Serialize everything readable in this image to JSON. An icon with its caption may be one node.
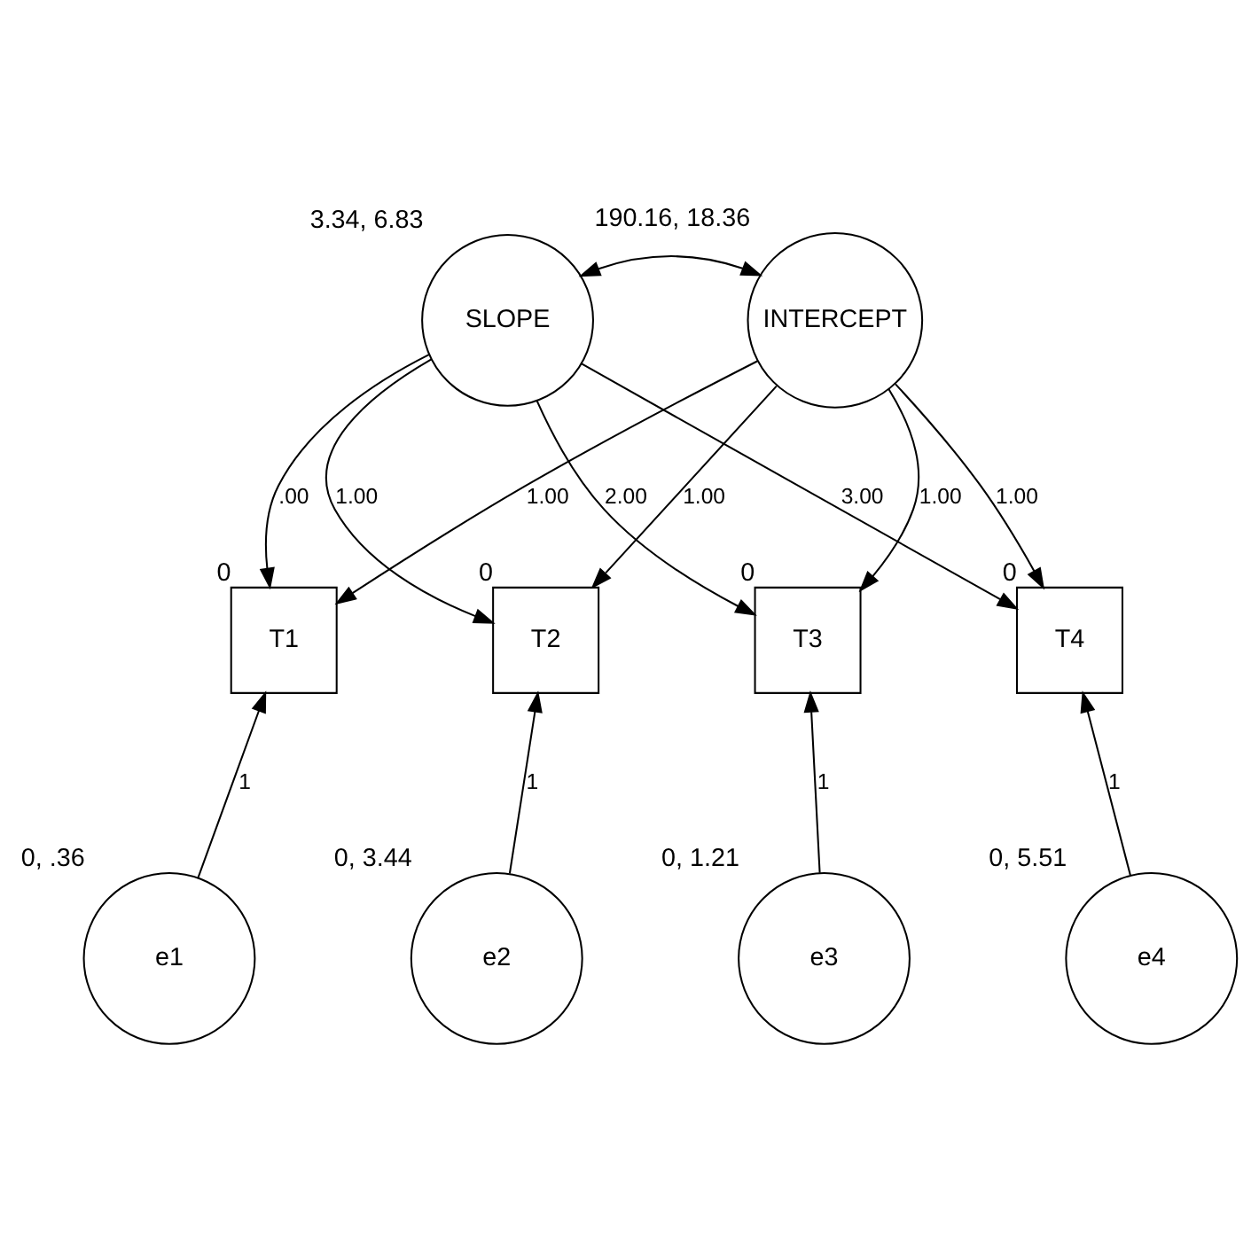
{
  "diagram": {
    "nodes": [
      {
        "text": [
          "SLOPE"
        ],
        "beside": [
          "3.34, 6.83"
        ]
      },
      {
        "text": [
          "INTERCEPT"
        ],
        "beside": [
          "190.16, 18.36"
        ]
      },
      {
        "text": [
          "T1"
        ],
        "beside": [
          "0"
        ]
      },
      {
        "text": [
          "T2"
        ],
        "beside": [
          "0"
        ]
      },
      {
        "text": [
          "T3"
        ],
        "beside": [
          "0"
        ]
      },
      {
        "text": [
          "T4"
        ],
        "beside": [
          "0"
        ]
      },
      {
        "text": [
          "e1"
        ],
        "beside": [
          "0, .36"
        ]
      },
      {
        "text": [
          "e2"
        ],
        "beside": [
          "0, 3.44"
        ]
      },
      {
        "text": [
          "e3"
        ],
        "beside": [
          "0, 1.21"
        ]
      },
      {
        "text": [
          "e4"
        ],
        "beside": [
          "0, 5.51"
        ]
      }
    ],
    "edges": [
      {
        "from": 0,
        "to": 1,
        "arrow": "both"
      },
      {
        "from": 0,
        "to": 2,
        "arrow": "to",
        "label": ".00"
      },
      {
        "from": 0,
        "to": 3,
        "arrow": "to",
        "label": "1.00"
      },
      {
        "from": 0,
        "to": 4,
        "arrow": "to",
        "label": "2.00"
      },
      {
        "from": 0,
        "to": 5,
        "arrow": "to",
        "label": "3.00"
      },
      {
        "from": 1,
        "to": 2,
        "arrow": "to",
        "label": "1.00"
      },
      {
        "from": 1,
        "to": 3,
        "arrow": "to",
        "label": "1.00"
      },
      {
        "from": 1,
        "to": 4,
        "arrow": "to",
        "label": "1.00"
      },
      {
        "from": 1,
        "to": 5,
        "arrow": "to",
        "label": "1.00"
      },
      {
        "from": 6,
        "to": 2,
        "arrow": "to",
        "label": "1"
      },
      {
        "from": 7,
        "to": 3,
        "arrow": "to",
        "label": "1"
      },
      {
        "from": 8,
        "to": 4,
        "arrow": "to",
        "label": "1"
      },
      {
        "from": 9,
        "to": 5,
        "arrow": "to",
        "label": "1"
      }
    ]
  }
}
